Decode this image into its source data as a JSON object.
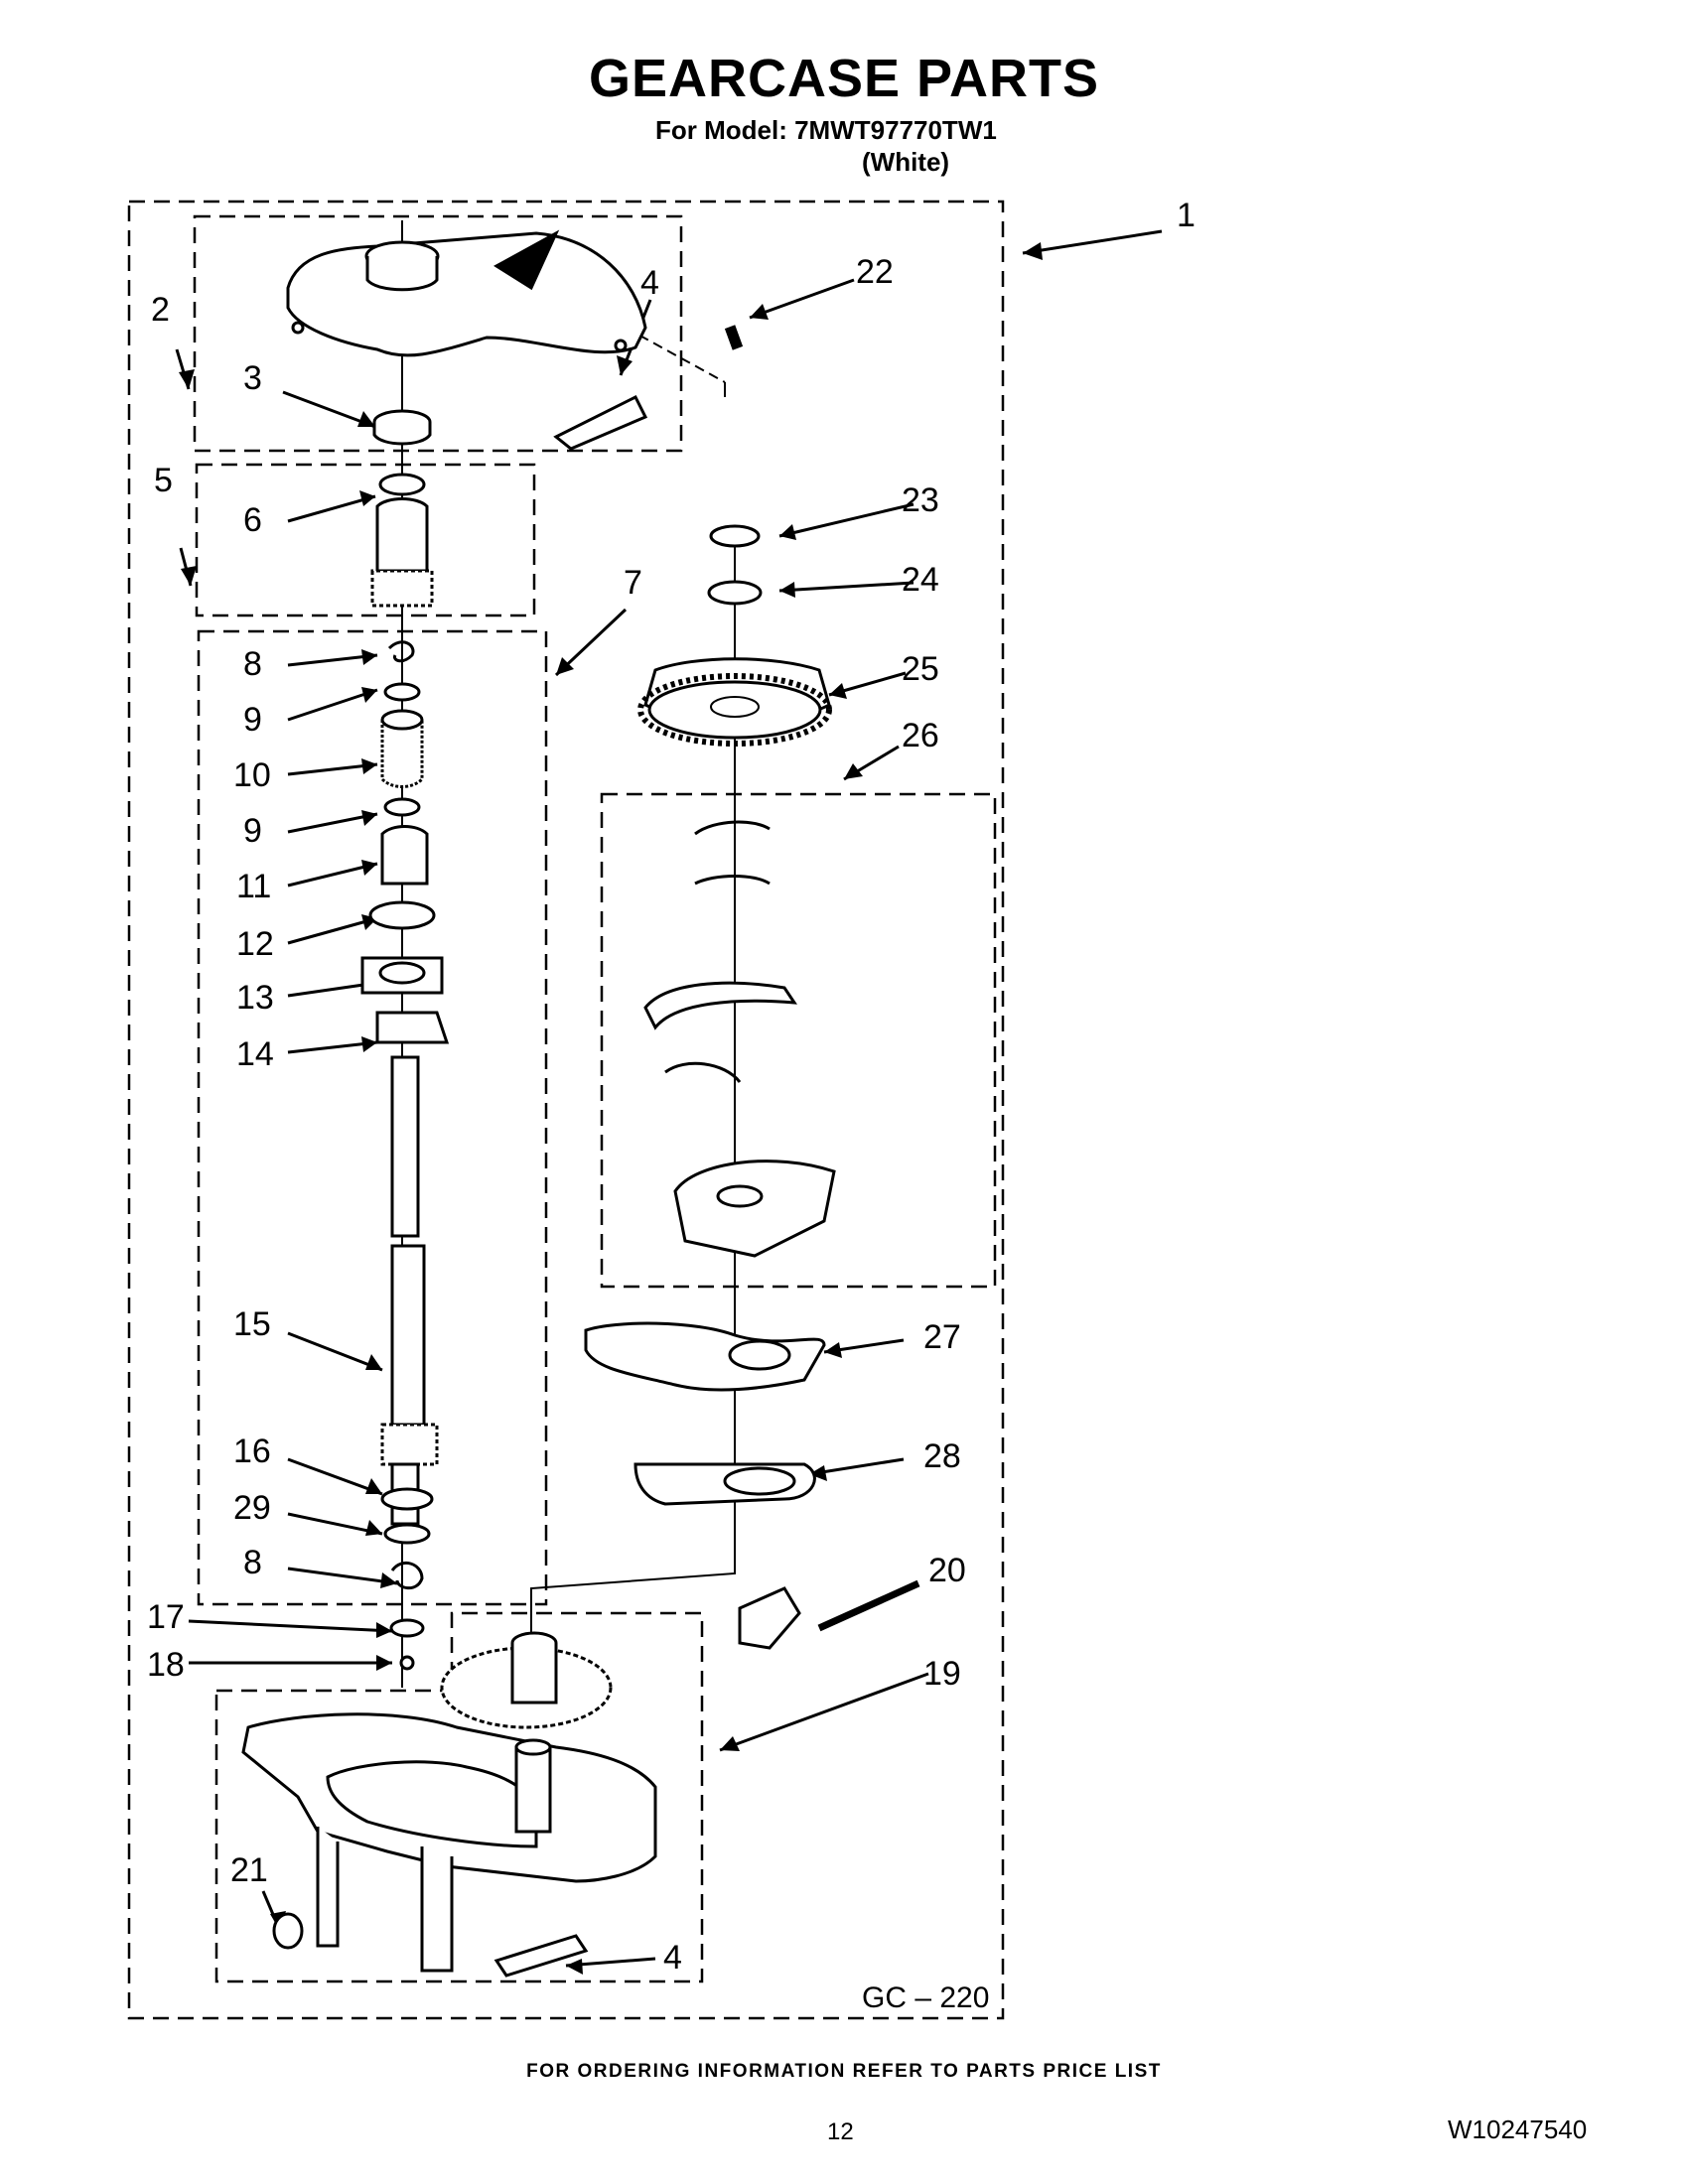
{
  "header": {
    "title": "GEARCASE PARTS",
    "model_line": "For Model: 7MWT97770TW1",
    "color_line": "(White)"
  },
  "diagram": {
    "code": "GC – 220",
    "callouts": [
      "1",
      "2",
      "3",
      "4",
      "5",
      "6",
      "7",
      "8",
      "9",
      "10",
      "9",
      "11",
      "12",
      "13",
      "14",
      "15",
      "16",
      "29",
      "8",
      "17",
      "18",
      "21",
      "4",
      "22",
      "23",
      "24",
      "25",
      "26",
      "27",
      "28",
      "20",
      "19"
    ]
  },
  "footer": {
    "ordering_note": "FOR ORDERING INFORMATION REFER TO PARTS PRICE LIST",
    "page_number": "12",
    "document_number": "W10247540"
  }
}
